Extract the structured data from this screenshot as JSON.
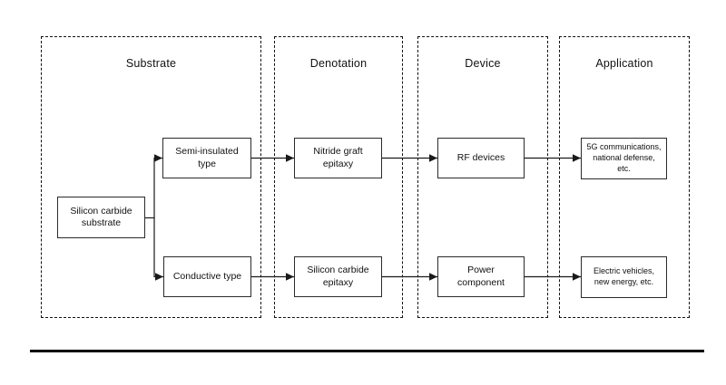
{
  "diagram": {
    "columns": [
      {
        "id": "substrate",
        "title": "Substrate"
      },
      {
        "id": "denotation",
        "title": "Denotation"
      },
      {
        "id": "device",
        "title": "Device"
      },
      {
        "id": "application",
        "title": "Application"
      }
    ],
    "nodes": {
      "root": {
        "label": "Silicon carbide\nsubstrate"
      },
      "semi_insulated": {
        "label": "Semi-insulated\ntype"
      },
      "conductive": {
        "label": "Conductive type"
      },
      "nitride_epitaxy": {
        "label": "Nitride graft\nepitaxy"
      },
      "sic_epitaxy": {
        "label": "Silicon carbide\nepitaxy"
      },
      "rf_devices": {
        "label": "RF devices"
      },
      "power_component": {
        "label": "Power\ncomponent"
      },
      "app_5g": {
        "label": "5G communications,\nnational defense,\netc."
      },
      "app_ev": {
        "label": "Electric vehicles,\nnew energy, etc."
      }
    },
    "edges": [
      {
        "from": "root",
        "to": "semi_insulated"
      },
      {
        "from": "root",
        "to": "conductive"
      },
      {
        "from": "semi_insulated",
        "to": "nitride_epitaxy"
      },
      {
        "from": "nitride_epitaxy",
        "to": "rf_devices"
      },
      {
        "from": "rf_devices",
        "to": "app_5g"
      },
      {
        "from": "conductive",
        "to": "sic_epitaxy"
      },
      {
        "from": "sic_epitaxy",
        "to": "power_component"
      },
      {
        "from": "power_component",
        "to": "app_ev"
      }
    ],
    "colors": {
      "line": "#1a1a1a",
      "box_border": "#2b2b2b",
      "dashed_border": "#111111",
      "text": "#111111",
      "rule": "#000000"
    }
  }
}
